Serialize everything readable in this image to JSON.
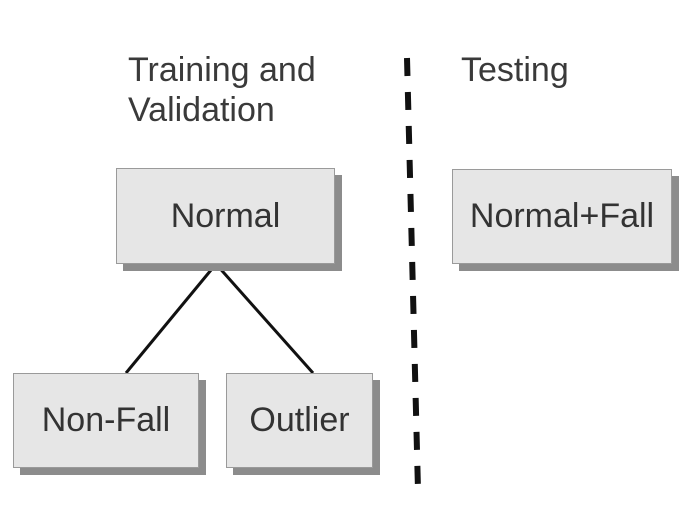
{
  "headings": {
    "training": "Training and\nValidation",
    "testing": "Testing"
  },
  "nodes": {
    "normal": "Normal",
    "non_fall": "Non-Fall",
    "outlier": "Outlier",
    "normal_fall": "Normal+Fall"
  },
  "colors": {
    "node_fill": "#e6e6e6",
    "node_shadow": "#8c8c8c",
    "line": "#111111"
  }
}
